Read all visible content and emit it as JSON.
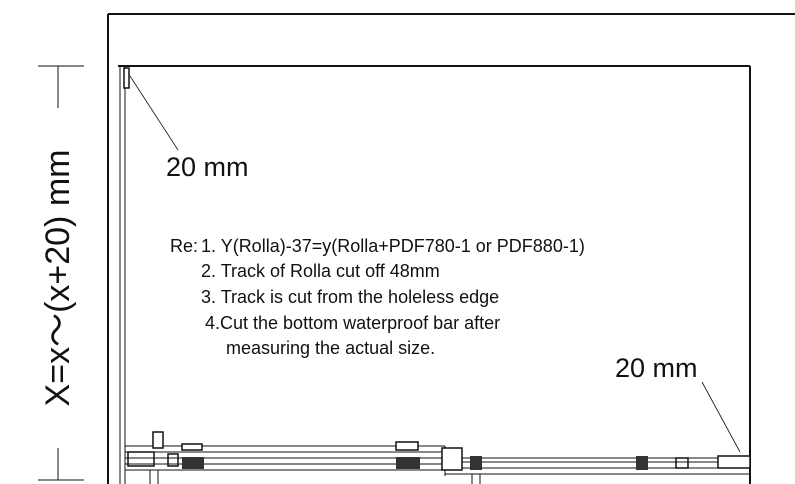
{
  "dimension": {
    "vertical_label": "X=x～(x+20) mm"
  },
  "callouts": {
    "top_left": "20 mm",
    "bottom_right": "20 mm"
  },
  "notes": {
    "prefix": "Re:",
    "items": [
      "1. Y(Rolla)-37=y(Rolla+PDF780-1 or PDF880-1)",
      "2. Track of Rolla cut off 48mm",
      "3. Track is cut from the holeless edge",
      "4.Cut the bottom waterproof bar after",
      "measuring the actual size."
    ]
  }
}
